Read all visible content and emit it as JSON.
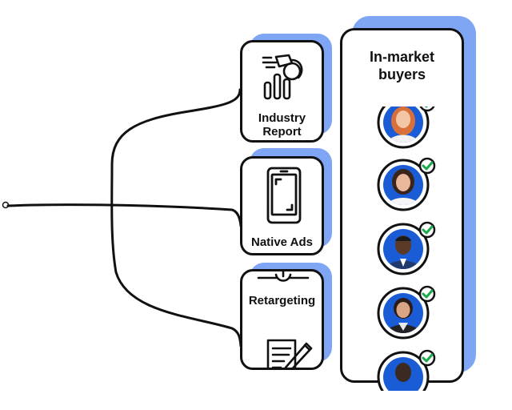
{
  "channels": [
    {
      "label_line1": "Industry",
      "label_line2": "Report",
      "icon": "chart-report-icon"
    },
    {
      "label_line1": "Native Ads",
      "label_line2": "",
      "icon": "smartphone-icon"
    },
    {
      "label_line1": "Retargeting",
      "label_line2": "",
      "icon": "document-pen-icon"
    }
  ],
  "panel": {
    "title_line1": "In-market",
    "title_line2": "buyers"
  },
  "buyers": [
    {
      "avatar": "woman-red-hair-avatar",
      "checked": true
    },
    {
      "avatar": "woman-dark-hair-avatar",
      "checked": true
    },
    {
      "avatar": "man-smiling-avatar",
      "checked": true
    },
    {
      "avatar": "woman-blazer-avatar",
      "checked": true
    },
    {
      "avatar": "person-partial-avatar",
      "checked": true
    }
  ],
  "colors": {
    "accent_blue": "#7fa6f5",
    "avatar_ring_blue": "#1a5bd6",
    "outline": "#111111",
    "check_green": "#19a84b"
  }
}
